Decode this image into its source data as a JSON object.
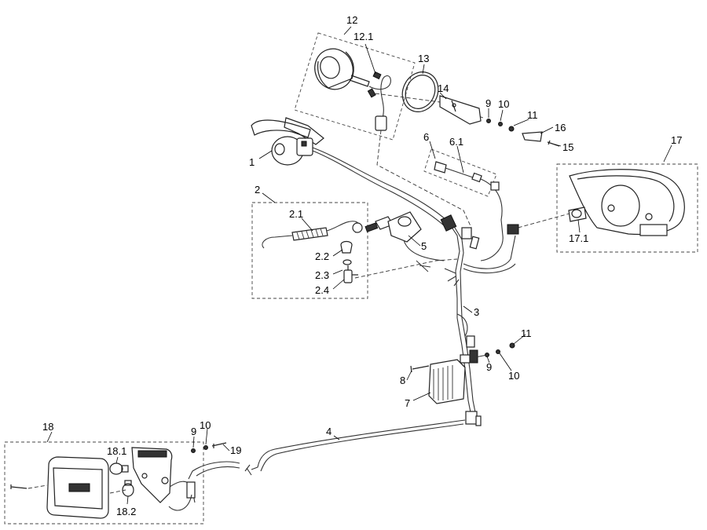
{
  "labels": {
    "p1": "1",
    "p2": "2",
    "p2_1": "2.1",
    "p2_2": "2.2",
    "p2_3": "2.3",
    "p2_4": "2.4",
    "p3": "3",
    "p4": "4",
    "p5": "5",
    "p6": "6",
    "p6_1": "6.1",
    "p7": "7",
    "p8": "8",
    "p9a": "9",
    "p10a": "10",
    "p11a": "11",
    "p9b": "9",
    "p10b": "10",
    "p11b": "11",
    "p9c": "9",
    "p10c": "10",
    "p12": "12",
    "p12_1": "12.1",
    "p13": "13",
    "p14": "14",
    "p15": "15",
    "p16": "16",
    "p17": "17",
    "p17_1": "17.1",
    "p18": "18",
    "p18_1": "18.1",
    "p18_2": "18.2",
    "p19": "19"
  }
}
